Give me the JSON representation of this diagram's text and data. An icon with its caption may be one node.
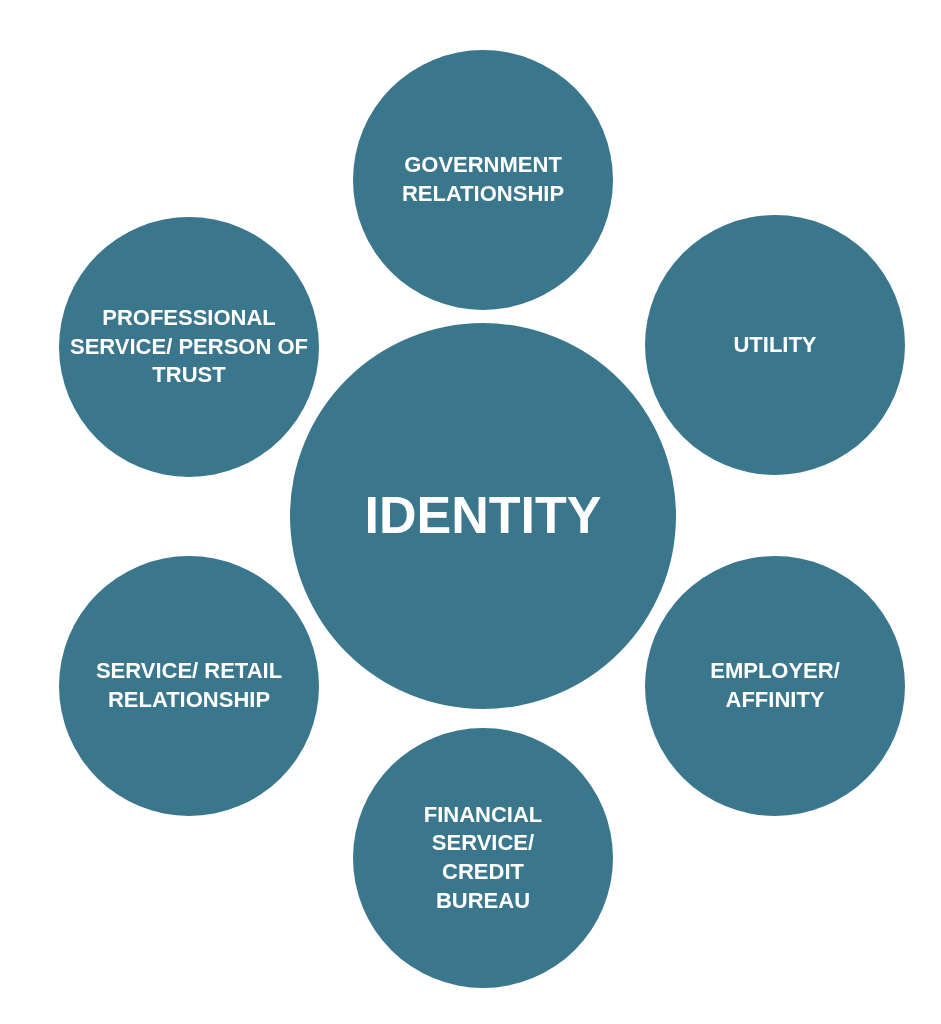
{
  "diagram": {
    "nodes": [
      {
        "text": [
          "GOVERNMENT RELATIONSHIP"
        ]
      },
      {
        "text": [
          "PROFESSIONAL SERVICE/ PERSON OF TRUST"
        ]
      },
      {
        "text": [
          "UTILITY"
        ]
      },
      {
        "text": [
          "IDENTITY"
        ]
      },
      {
        "text": [
          "SERVICE/ RETAIL RELATIONSHIP"
        ]
      },
      {
        "text": [
          "EMPLOYER/ AFFINITY"
        ]
      },
      {
        "text": [
          "FINANCIAL SERVICE/ CREDIT BUREAU"
        ]
      }
    ]
  }
}
